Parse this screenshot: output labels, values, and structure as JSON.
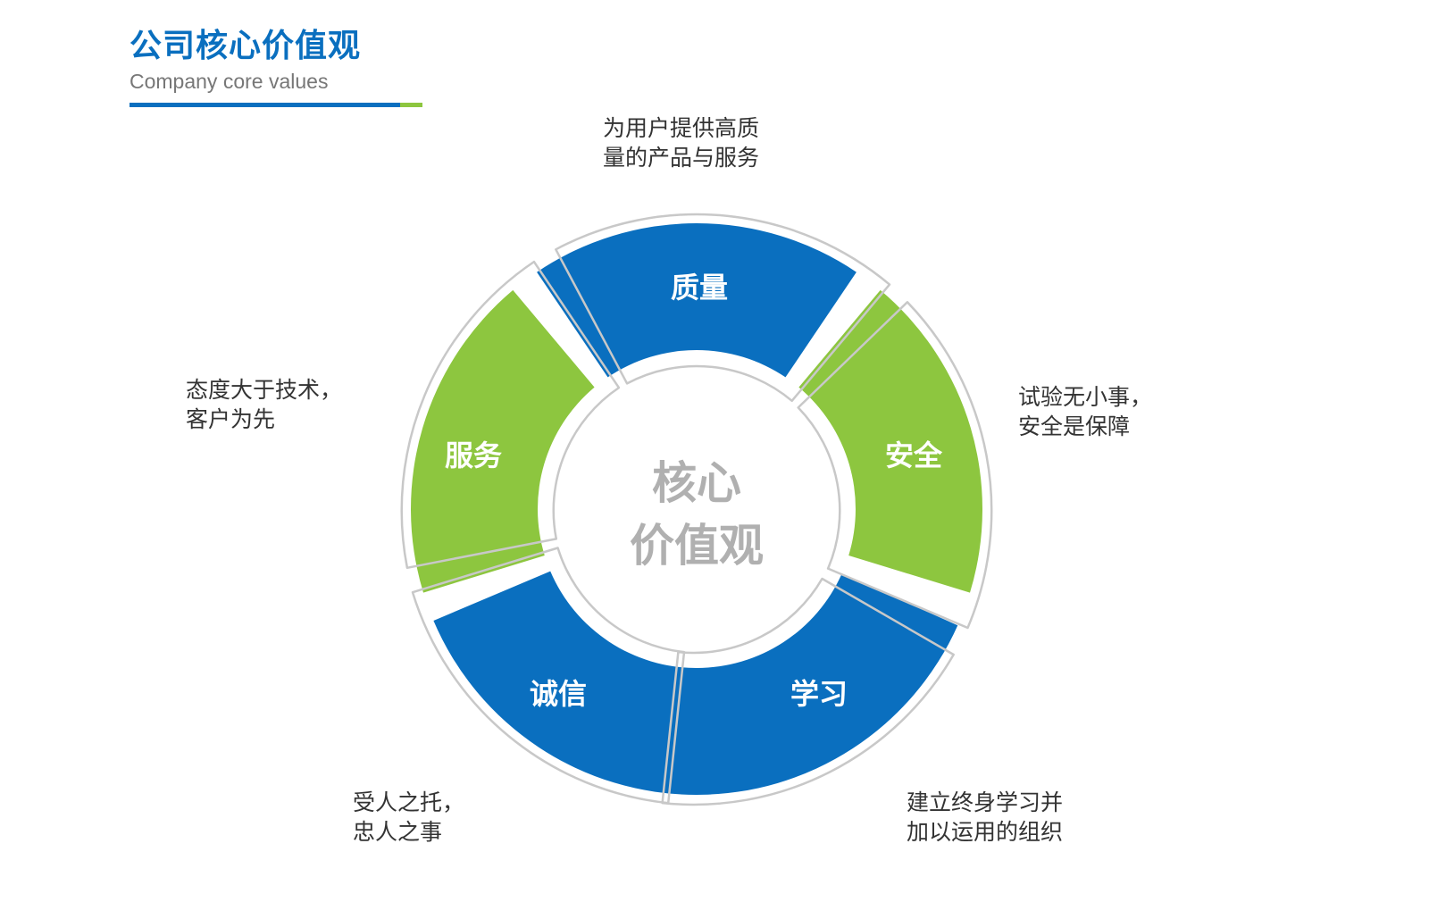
{
  "header": {
    "title": "公司核心价值观",
    "subtitle": "Company core values"
  },
  "center": {
    "line1": "核心",
    "line2": "价值观"
  },
  "colors": {
    "blue": "#0a6fbf",
    "green": "#8dc63f",
    "outline": "#c8c8c8",
    "center_text": "#b0b0b0"
  },
  "values": [
    {
      "label": "质量",
      "desc1": "为用户提供高质",
      "desc2": "量的产品与服务",
      "color": "#0a6fbf"
    },
    {
      "label": "安全",
      "desc1": "试验无小事，",
      "desc2": "安全是保障",
      "color": "#8dc63f"
    },
    {
      "label": "学习",
      "desc1": "建立终身学习并",
      "desc2": "加以运用的组织",
      "color": "#0a6fbf"
    },
    {
      "label": "诚信",
      "desc1": "受人之托，",
      "desc2": "忠人之事",
      "color": "#0a6fbf"
    },
    {
      "label": "服务",
      "desc1": "态度大于技术，",
      "desc2": "客户为先",
      "color": "#8dc63f"
    }
  ]
}
